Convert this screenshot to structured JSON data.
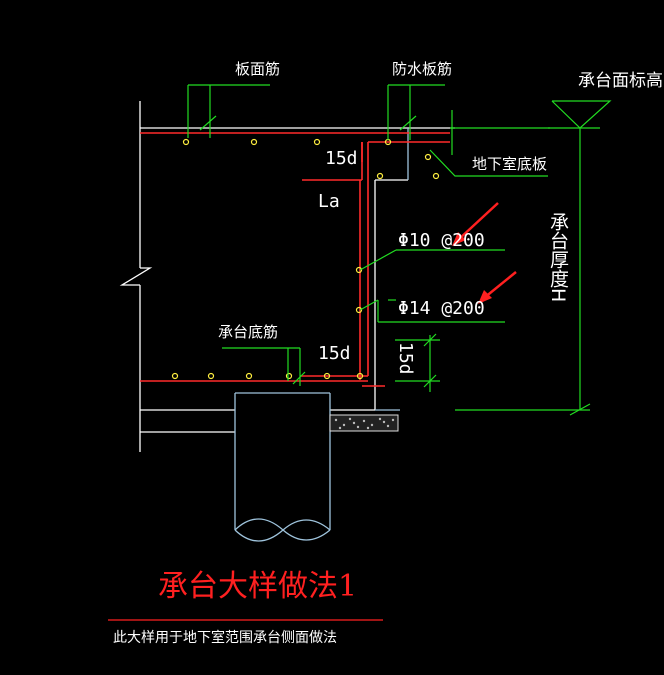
{
  "labels": {
    "slab_top_rebar": "板面筋",
    "waterproof_slab_rebar": "防水板筋",
    "cap_top_elevation": "承台面标高",
    "basement_floor_slab": "地下室底板",
    "lap_15d_top": "15d",
    "anchorage_la": "La",
    "rebar_phi10": "Φ10 @200",
    "rebar_phi14": "Φ14 @200",
    "cap_thickness_h": "承台厚度H",
    "cap_bottom_rebar": "承台底筋",
    "lap_15d_bottom": "15d",
    "lap_15d_vertical": "15d"
  },
  "title": "承台大样做法1",
  "note": "此大样用于地下室范围承台侧面做法",
  "colors": {
    "background": "#000000",
    "concrete_outline": "#ffffff",
    "rebar": "#ff2a2a",
    "leader": "#22dd22",
    "pile": "#9fc4dd",
    "title": "#ff2020",
    "arrow": "#ff2020"
  }
}
